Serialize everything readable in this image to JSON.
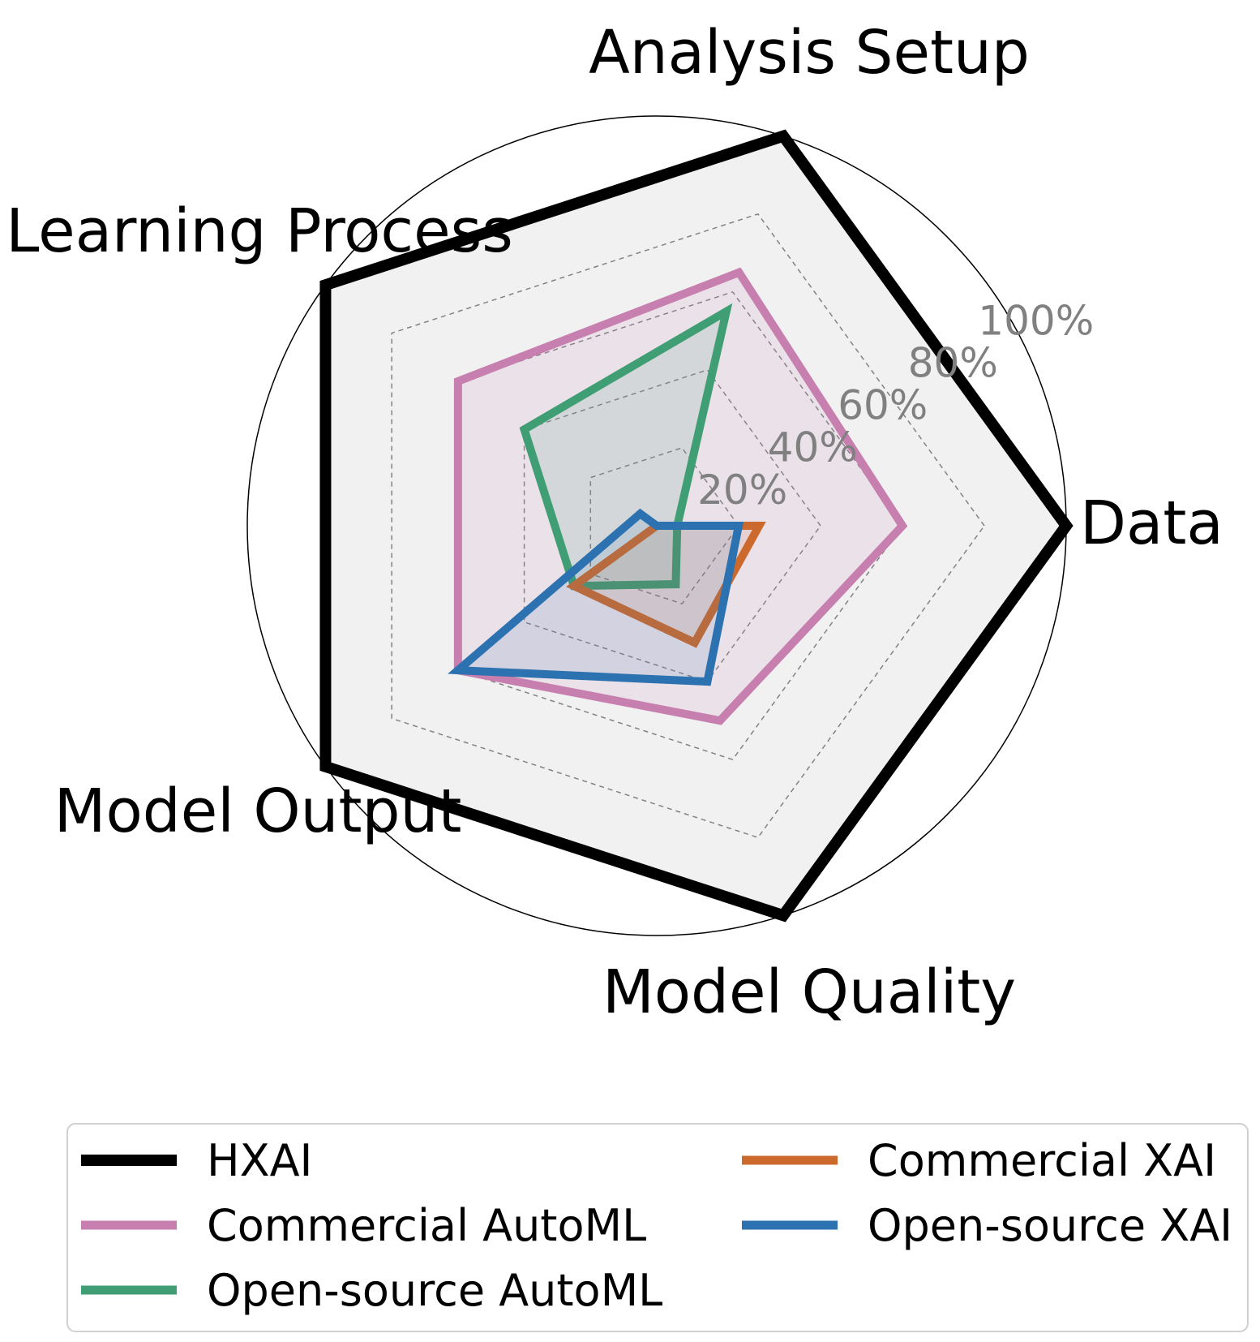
{
  "chart_data": {
    "type": "radar",
    "axes": [
      "Data",
      "Analysis Setup",
      "Learning Process",
      "Model Output",
      "Model Quality"
    ],
    "rlim": [
      0,
      100
    ],
    "rticks": [
      20,
      40,
      60,
      80,
      100
    ],
    "rtick_labels": [
      "20%",
      "40%",
      "60%",
      "80%",
      "100%"
    ],
    "grid": true,
    "legend": {
      "placement": "bottom",
      "columns": 2
    },
    "series": [
      {
        "name": "HXAI",
        "values": [
          100,
          100,
          100,
          100,
          100
        ],
        "color": "#000000"
      },
      {
        "name": "Commercial AutoML",
        "values": [
          60,
          65,
          60,
          60,
          50
        ],
        "color": "#c67fae"
      },
      {
        "name": "Open-source AutoML",
        "values": [
          5,
          55,
          40,
          25,
          15
        ],
        "color": "#3f9e74"
      },
      {
        "name": "Commercial XAI",
        "values": [
          25,
          0,
          0,
          25,
          30
        ],
        "color": "#cc6a2e"
      },
      {
        "name": "Open-source XAI",
        "values": [
          20,
          0,
          5,
          60,
          40
        ],
        "color": "#2c71b0"
      }
    ]
  }
}
